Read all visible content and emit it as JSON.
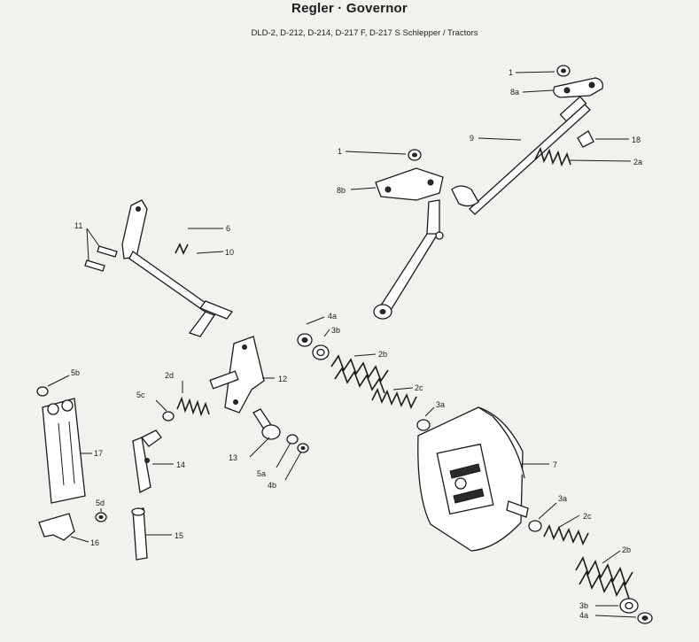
{
  "header": {
    "title": "Regler · Governor",
    "subtitle": "DLD-2, D-212, D-214, D-217 F, D-217 S Schlepper / Tractors"
  },
  "callouts": {
    "c1_top": "1",
    "c8a": "8a",
    "c9": "9",
    "c18": "18",
    "c2a_top": "2a",
    "c1_mid": "1",
    "c8b": "8b",
    "c11": "11",
    "c6": "6",
    "c10": "10",
    "c4a_mid": "4a",
    "c3b_mid": "3b",
    "c2b_mid": "2b",
    "c2c_mid": "2c",
    "c3a_mid": "3a",
    "c12": "12",
    "c2d": "2d",
    "c5c": "5c",
    "c5b": "5b",
    "c17": "17",
    "c14": "14",
    "c13": "13",
    "c5a": "5a",
    "c4b": "4b",
    "c7": "7",
    "c5d": "5d",
    "c16": "16",
    "c15": "15",
    "c3a_low": "3a",
    "c2c_low": "2c",
    "c2b_low": "2b",
    "c3b_low": "3b",
    "c4a_low": "4a"
  }
}
